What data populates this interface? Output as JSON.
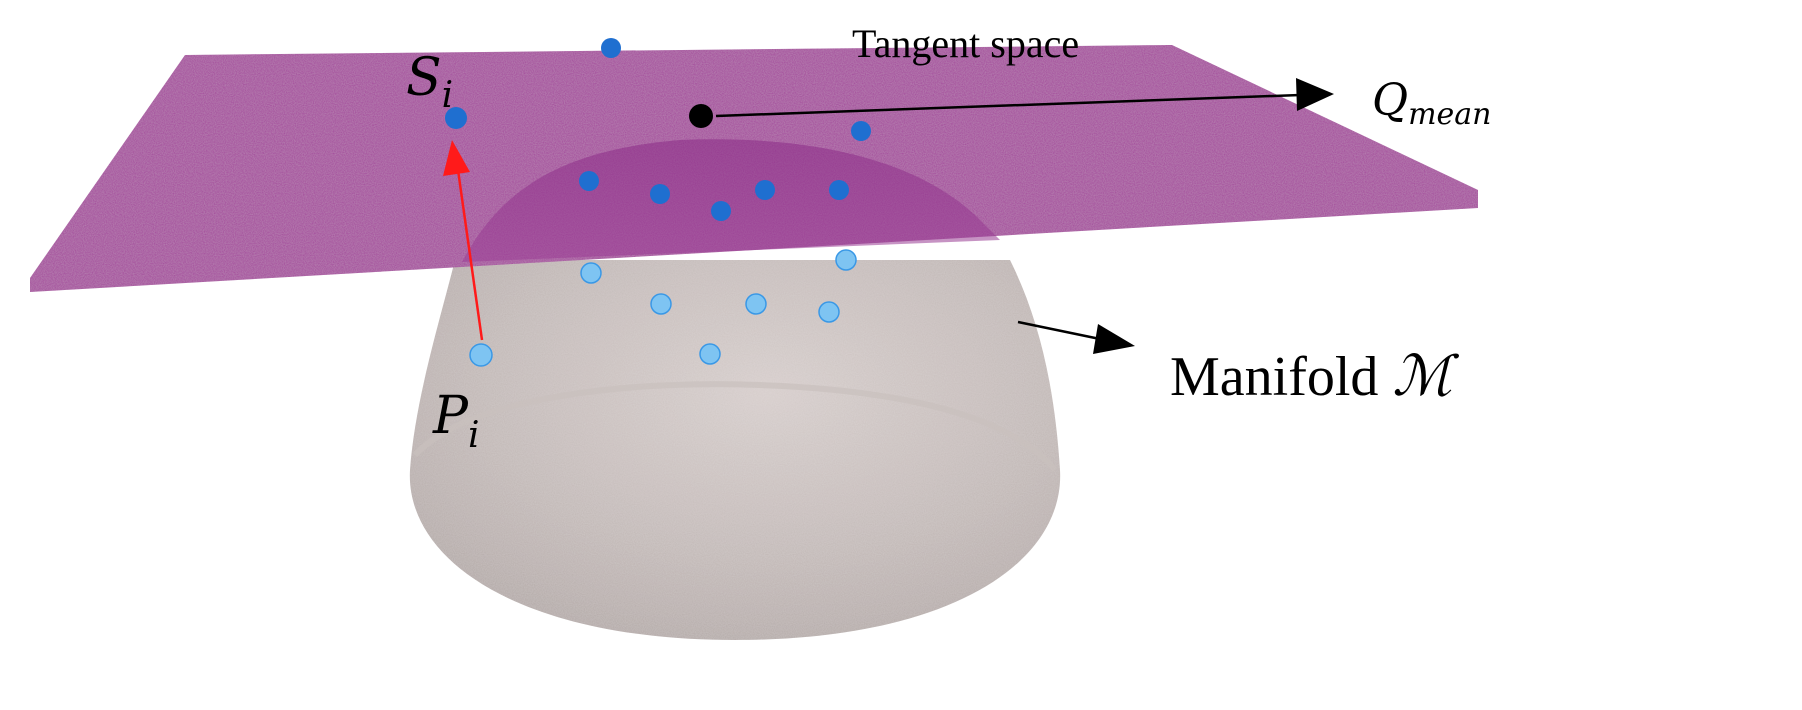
{
  "labels": {
    "tangent_space": "Tangent space",
    "manifold_text": "Manifold ",
    "manifold_symbol": "ℳ",
    "q_main": "Q",
    "q_sub": "mean",
    "s_main": "S",
    "s_sub": "i",
    "p_main": "P",
    "p_sub": "i"
  },
  "colors": {
    "plane": "#a2429a",
    "dome": "#bdb2b0",
    "projected_point": "#1f6fd0",
    "manifold_point": "#7ec4f2",
    "mean_point": "#000000",
    "mapping_arrow": "#ff1a1a",
    "pointer_arrow": "#000000"
  }
}
